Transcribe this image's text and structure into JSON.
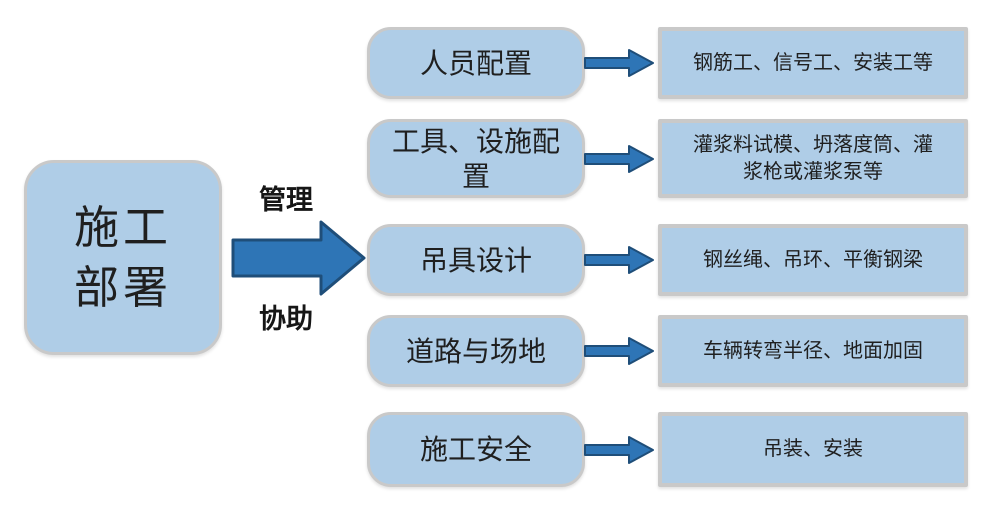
{
  "diagram": {
    "root": {
      "label": "施工\n部署"
    },
    "main_arrow": {
      "top_label": "管理",
      "bottom_label": "协助"
    },
    "rows": [
      {
        "label": "人员配置",
        "detail": "钢筋工、信号工、安装工等"
      },
      {
        "label": "工具、设施配\n置",
        "detail": "灌浆料试模、坍落度筒、灌\n浆枪或灌浆泵等"
      },
      {
        "label": "吊具设计",
        "detail": "钢丝绳、吊环、平衡钢梁"
      },
      {
        "label": "道路与场地",
        "detail": "车辆转弯半径、地面加固"
      },
      {
        "label": "施工安全",
        "detail": "吊装、安装"
      }
    ],
    "colors": {
      "box_fill": "#afcde7",
      "box_border": "#c9c9c9",
      "arrow_fill": "#2e75b6",
      "arrow_border": "#1f4e79",
      "text": "#1f1f1f"
    }
  }
}
